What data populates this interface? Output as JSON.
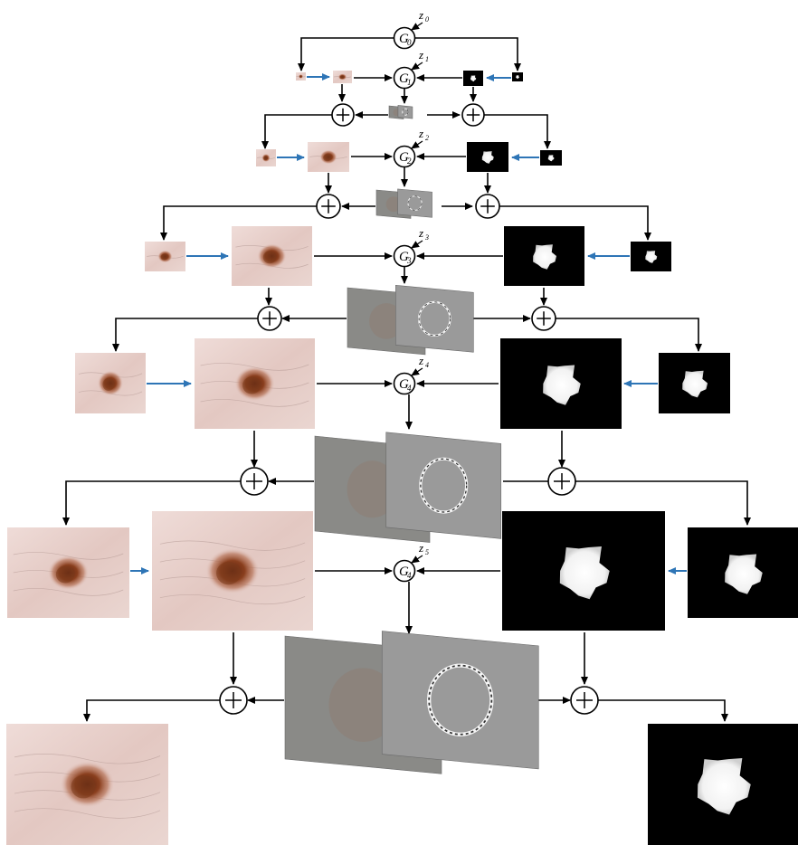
{
  "generators": [
    {
      "g_label": "G",
      "g_sub": "0",
      "z_label": "z",
      "z_sub": "0"
    },
    {
      "g_label": "G",
      "g_sub": "1",
      "z_label": "z",
      "z_sub": "1"
    },
    {
      "g_label": "G",
      "g_sub": "2",
      "z_label": "z",
      "z_sub": "2"
    },
    {
      "g_label": "G",
      "g_sub": "3",
      "z_label": "z",
      "z_sub": "3"
    },
    {
      "g_label": "G",
      "g_sub": "4",
      "z_label": "z",
      "z_sub": "4"
    },
    {
      "g_label": "G",
      "g_sub": "4",
      "z_label": "z",
      "z_sub": "5"
    }
  ],
  "sum_symbol": "+",
  "colors": {
    "line": "#000000",
    "upsample_arrow": "#2e75b6",
    "skin_bg": "#e8d3cf",
    "lesion": "#7a3a1c",
    "mask_bg": "#000000",
    "mask_fg": "#ffffff",
    "residual": "#8c8c8c"
  },
  "icons": {
    "generator": "circle-node",
    "sum": "circle-plus",
    "noise": "diagonal-arrow",
    "residual": "stacked-residual-maps"
  }
}
